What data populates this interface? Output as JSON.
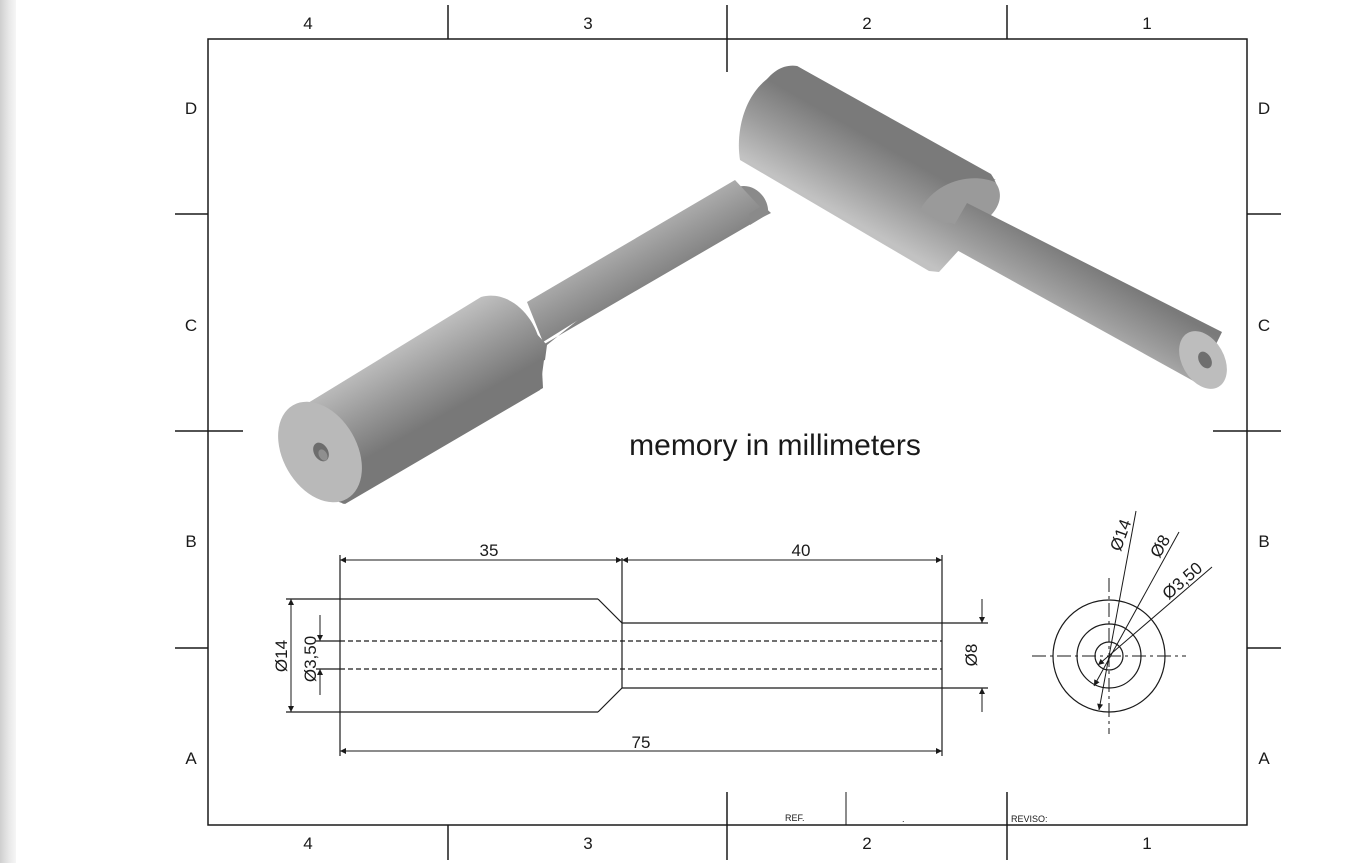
{
  "sheet": {
    "zone_columns": [
      "4",
      "3",
      "2",
      "1"
    ],
    "zone_rows": [
      "D",
      "C",
      "B",
      "A"
    ],
    "note": "memory in millimeters"
  },
  "front_view": {
    "dims": {
      "large_length": "35",
      "small_length": "40",
      "total_length": "75",
      "large_diameter": "Ø14",
      "bore_diameter": "Ø3,50",
      "small_diameter": "Ø8"
    }
  },
  "end_view": {
    "dims": {
      "large_diameter": "Ø14",
      "small_diameter": "Ø8",
      "bore_diameter": "Ø3,50"
    }
  },
  "title_block": {
    "ref_label": "REF.",
    "dot": ".",
    "reviso_label": "REVISO:"
  }
}
